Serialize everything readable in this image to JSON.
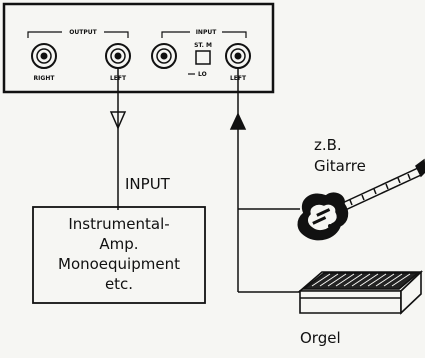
{
  "panel": {
    "output_group": "OUTPUT",
    "input_group": "INPUT",
    "jacks": {
      "out_right": "RIGHT",
      "out_left": "LEFT",
      "in_left": "LEFT"
    },
    "switch_top": "ST. M",
    "switch_bottom": "LO"
  },
  "amp_input_label": "INPUT",
  "amp_box_lines": [
    "Instrumental-",
    "Amp.",
    "Monoequipment",
    "etc."
  ],
  "guitar_label_lines": [
    "z.B.",
    "Gitarre"
  ],
  "organ_label": "Orgel",
  "colors": {
    "ink": "#111111",
    "paper": "#f6f6f3"
  }
}
